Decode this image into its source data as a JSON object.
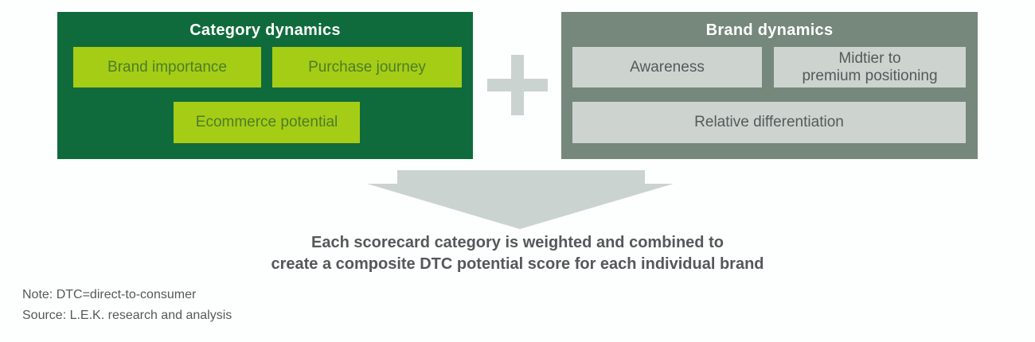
{
  "colors": {
    "dark_green": "#106B3C",
    "chip_green": "#A5CD15",
    "chip_green_text": "#4E7D28",
    "sage": "#75887B",
    "chip_gray": "#CDD4D0",
    "chip_gray_text": "#55595A",
    "light_gray": "#CBD3D0",
    "text_dark": "#55585A"
  },
  "left_panel": {
    "title": "Category dynamics",
    "chips": [
      "Brand importance",
      "Purchase journey",
      "Ecommerce potential"
    ]
  },
  "right_panel": {
    "title": "Brand dynamics",
    "chips": [
      "Awareness",
      "Midtier to\npremium positioning",
      "Relative differentiation"
    ]
  },
  "operator": {
    "plus_icon": "+"
  },
  "caption": {
    "line1": "Each scorecard category is weighted and combined to",
    "line2": "create a composite DTC potential score for each individual brand"
  },
  "footnotes": {
    "note": "Note: DTC=direct-to-consumer",
    "source": "Source: L.E.K. research and analysis"
  }
}
